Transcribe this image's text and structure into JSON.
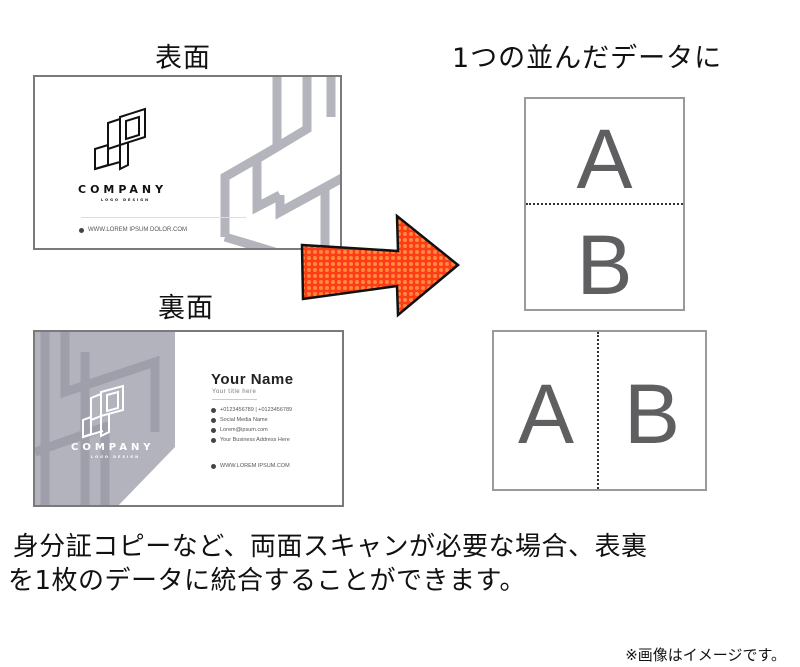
{
  "labels": {
    "front": "表面",
    "back": "裏面",
    "combined_title": "1つの並んだデータに"
  },
  "front_card": {
    "company": "COMPANY",
    "logo_subtitle": "LOGO DESIGN",
    "website": "WWW.LOREM IPSUM DOLOR.COM",
    "accent_color": "#b4b4bc"
  },
  "back_card": {
    "company": "COMPANY",
    "logo_subtitle": "LOGO DESIGN",
    "name": "Your Name",
    "title": "Your title here",
    "contacts": [
      {
        "icon": "check-circle-icon",
        "text": "+0123456789 | +0123456789"
      },
      {
        "icon": "check-circle-icon",
        "text": "Social Media Name"
      },
      {
        "icon": "check-circle-icon",
        "text": "Lorem@ipsum.com"
      },
      {
        "icon": "check-circle-icon",
        "text": "Your Business Address Here"
      }
    ],
    "website": "WWW.LOREM IPSUM.COM",
    "panel_color": "#b3b3bd"
  },
  "arrow": {
    "icon": "right-arrow-icon",
    "fill": "#ff3c1a",
    "dot_color": "#ff8a3a"
  },
  "layouts": {
    "vertical": {
      "top": "A",
      "bottom": "B"
    },
    "horizontal": {
      "left": "A",
      "right": "B"
    }
  },
  "description": {
    "line1": " 身分証コピーなど、両面スキャンが必要な場合、表裏",
    "line2": "を1枚のデータに統合することができます。"
  },
  "note": "※画像はイメージです。"
}
